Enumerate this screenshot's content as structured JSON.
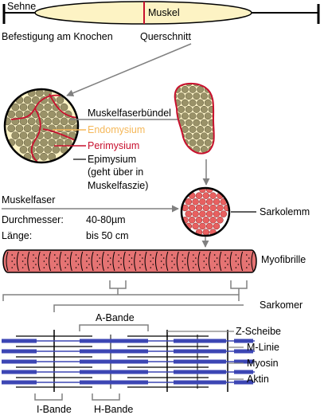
{
  "labels": {
    "sehne": "Sehne",
    "muskel": "Muskel",
    "befestigung": "Befestigung am Knochen",
    "querschnitt": "Querschnitt",
    "muskelfaserbuendel": "Muskelfaserbündel",
    "endomysium": "Endomysium",
    "perimysium": "Perimysium",
    "epimysium": "Epimysium",
    "epimysium_note1": "(geht über in",
    "epimysium_note2": "Muskelfaszie)",
    "muskelfaser": "Muskelfaser",
    "durchmesser": "Durchmesser:",
    "durchmesser_value": "40-80µm",
    "laenge": "Länge:",
    "laenge_value": "bis 50 cm",
    "sarkolemm": "Sarkolemm",
    "myofibrille": "Myofibrille",
    "sarkomer": "Sarkomer",
    "a_bande": "A-Bande",
    "z_scheibe": "Z-Scheibe",
    "m_linie": "M-Linie",
    "myosin": "Myosin",
    "aktin": "Aktin",
    "i_bande": "I-Bande",
    "h_bande": "H-Bande"
  },
  "colors": {
    "muscle_fill": "#fdf3c4",
    "red": "#c8102e",
    "endomysium": "#f5b85a",
    "fiber_dot": "#9a9268",
    "fiber_red": "#e86060",
    "myofibril": "#e57373",
    "myosin_blue": "#3c46b4",
    "gray_line": "#888888"
  },
  "counts": {
    "myofibril_segments": 23,
    "sarcomere_rows": 5
  }
}
